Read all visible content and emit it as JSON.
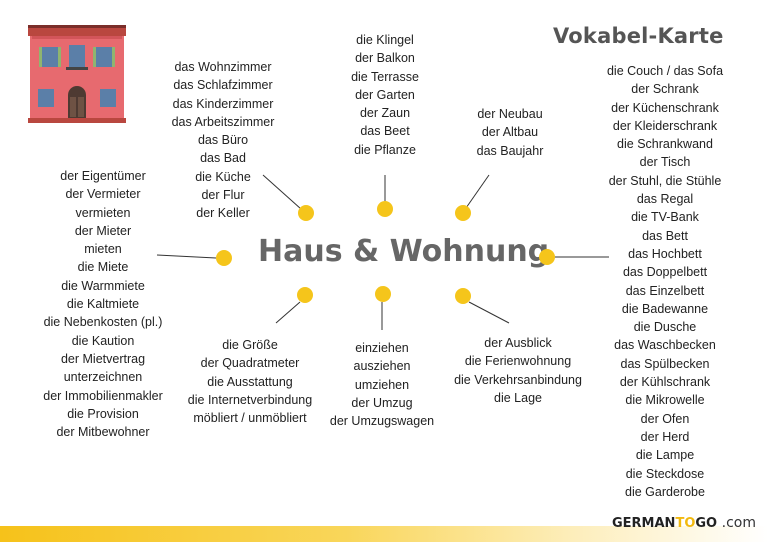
{
  "card_title": "Vokabel-Karte",
  "center_title": "Haus & Wohnung",
  "brand": {
    "part1": "GERMAN",
    "part2": "TO",
    "part3": "GO",
    "suffix": ".com"
  },
  "colors": {
    "accent": "#f5c51b",
    "house_pink": "#e76a6f",
    "house_roof": "#b9473f"
  },
  "house_icon": "house-illustration",
  "groups": {
    "rooms": [
      "das Wohnzimmer",
      "das Schlafzimmer",
      "das Kinderzimmer",
      "das Arbeitszimmer",
      "das Büro",
      "das Bad",
      "die Küche",
      "der Flur",
      "der Keller"
    ],
    "outdoor": [
      "die Klingel",
      "der Balkon",
      "die Terrasse",
      "der Garten",
      "der Zaun",
      "das Beet",
      "die Pflanze"
    ],
    "building": [
      "der Neubau",
      "der Altbau",
      "das Baujahr"
    ],
    "furniture": [
      "die Couch / das Sofa",
      "der Schrank",
      "der Küchenschrank",
      "der Kleiderschrank",
      "die Schrankwand",
      "der Tisch",
      "der Stuhl, die Stühle",
      "das Regal",
      "die TV-Bank",
      "das Bett",
      "das Hochbett",
      "das Doppelbett",
      "das Einzelbett",
      "die Badewanne",
      "die Dusche",
      "das Waschbecken",
      "das Spülbecken",
      "der Kühlschrank",
      "die Mikrowelle",
      "der Ofen",
      "der Herd",
      "die Lampe",
      "die Steckdose",
      "die Garderobe"
    ],
    "renting": [
      "der Eigentümer",
      "der Vermieter",
      "vermieten",
      "der Mieter",
      "mieten",
      "die Miete",
      "die Warmmiete",
      "die Kaltmiete",
      "die Nebenkosten (pl.)",
      "die Kaution",
      "der Mietvertrag",
      "unterzeichnen",
      "der Immobilienmakler",
      "die Provision",
      "der Mitbewohner"
    ],
    "size": [
      "die Größe",
      "der Quadratmeter",
      "die Ausstattung",
      "die Internetverbindung",
      "möbliert / unmöbliert"
    ],
    "moving": [
      "einziehen",
      "ausziehen",
      "umziehen",
      "der Umzug",
      "der Umzugswagen"
    ],
    "location": [
      "der Ausblick",
      "die Ferienwohnung",
      "die Verkehrsanbindung",
      "die Lage"
    ]
  }
}
